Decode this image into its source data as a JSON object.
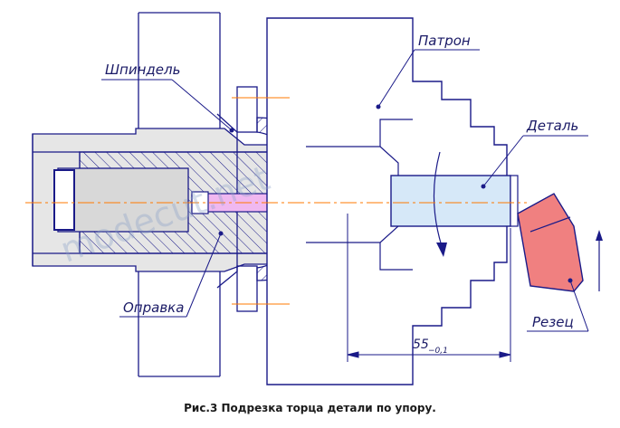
{
  "labels": {
    "patron": "Патрон",
    "shpindel": "Шпиндель",
    "detal": "Деталь",
    "opravka": "Оправка",
    "rezets": "Резец"
  },
  "dimension": {
    "value": "55",
    "tolerance": "−0,1"
  },
  "watermark": "modecut.net",
  "caption": "Рис.3 Подрезка торца детали по упору.",
  "colors": {
    "outline": "#1a1a88",
    "axis": "#ff7a00",
    "gray_fill": "#d8d8d8",
    "hatch": "#1a1a88",
    "part_fill": "#d6e8f8",
    "cutter_fill": "#f08080",
    "stop_fill": "#f0b8f0",
    "nut_fill": "#a8e0a8"
  }
}
